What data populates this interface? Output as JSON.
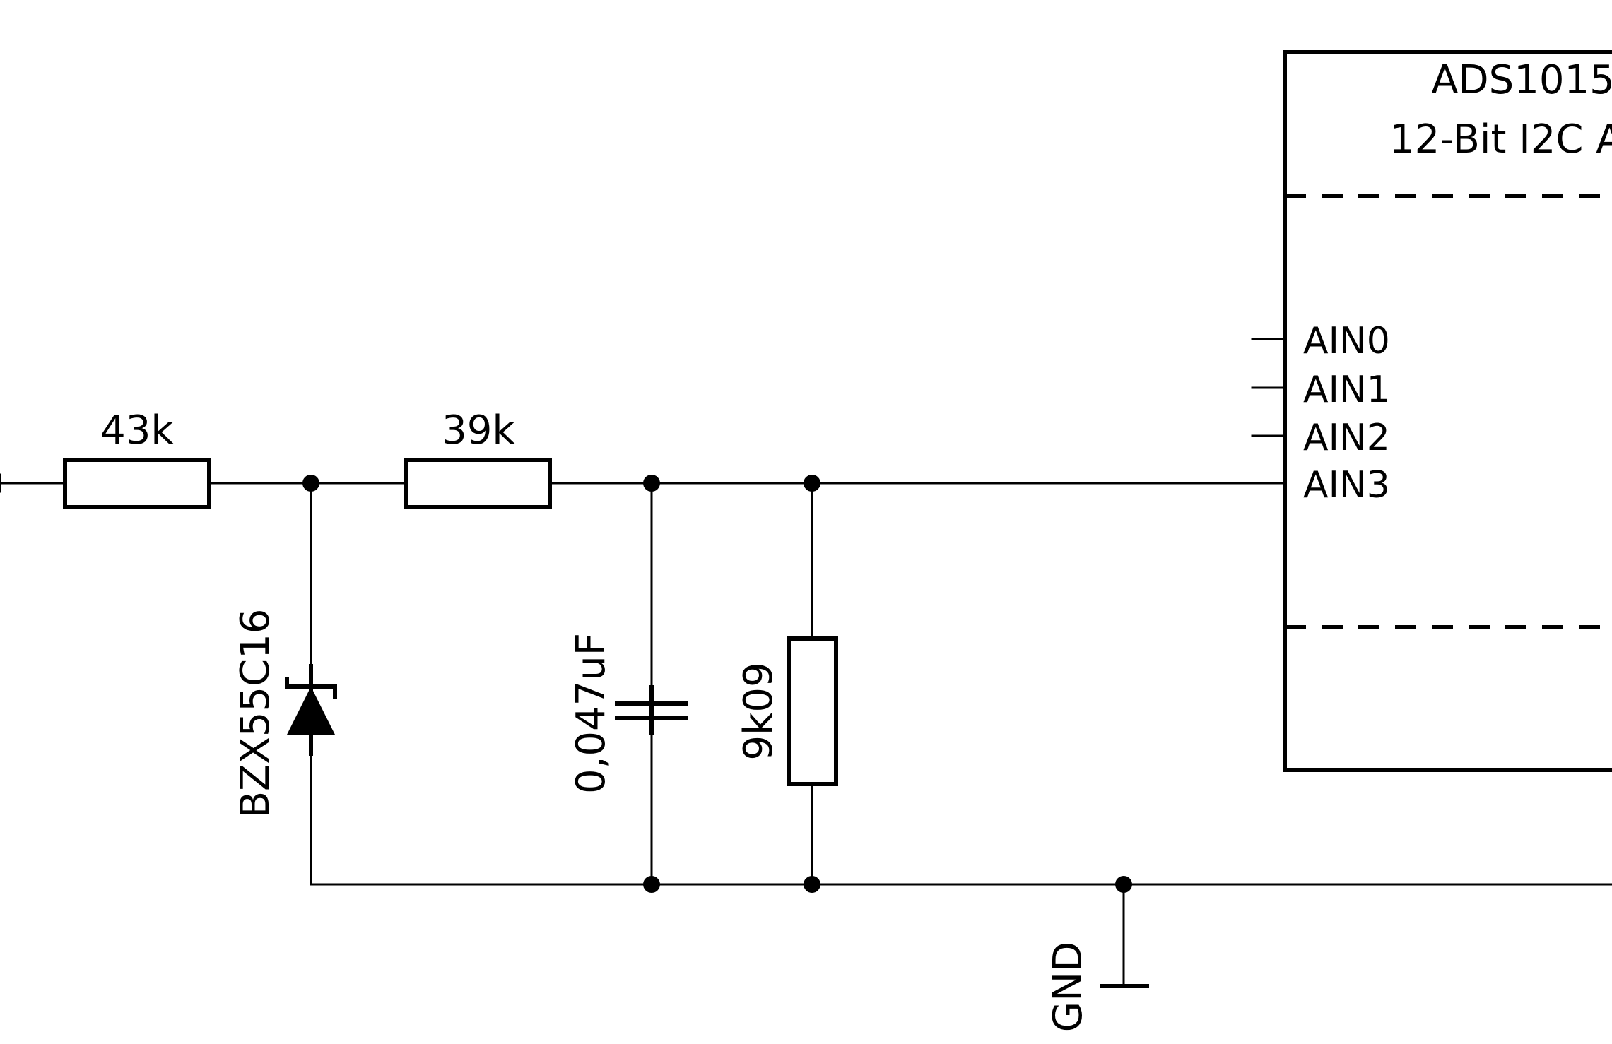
{
  "ic": {
    "title": "ADS1015",
    "subtitle": "12-Bit I2C A",
    "pins": [
      "AIN0",
      "AIN1",
      "AIN2",
      "AIN3"
    ]
  },
  "components": {
    "r1": "43k",
    "r2": "39k",
    "zener": "BZX55C16",
    "cap": "0,047uF",
    "r3": "9k09",
    "ground": "GND"
  }
}
